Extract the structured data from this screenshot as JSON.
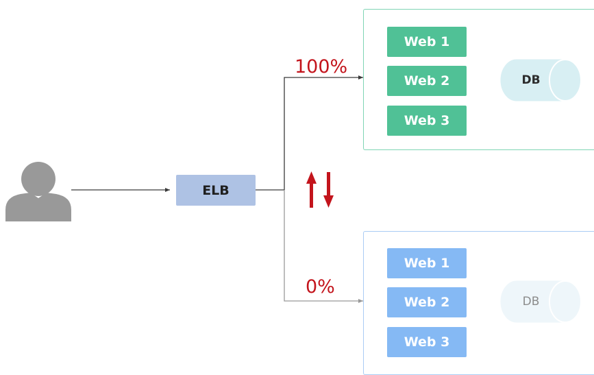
{
  "elb": {
    "label": "ELB"
  },
  "top_group": {
    "percent": "100%",
    "web_labels": [
      "Web 1",
      "Web 2",
      "Web 3"
    ],
    "db_label": "DB"
  },
  "bottom_group": {
    "percent": "0%",
    "web_labels": [
      "Web 1",
      "Web 2",
      "Web 3"
    ],
    "db_label": "DB"
  },
  "colors": {
    "user_gray": "#999999",
    "elb_fill": "#aec2e4",
    "top_web_fill": "#50c196",
    "top_border": "#7fd4b4",
    "top_db_fill": "#d8eff3",
    "top_db_stroke": "#a9dce6",
    "bottom_web_fill": "#85b9f4",
    "bottom_border": "#a9ccf4",
    "bottom_db_fill": "#eef6fa",
    "bottom_db_stroke": "#cde6f0",
    "bottom_db_text": "#8b8b8b",
    "percent_red": "#c3141c",
    "arrow_red": "#c3141c",
    "line_dark": "#3a3a3a",
    "line_light": "#999999"
  }
}
